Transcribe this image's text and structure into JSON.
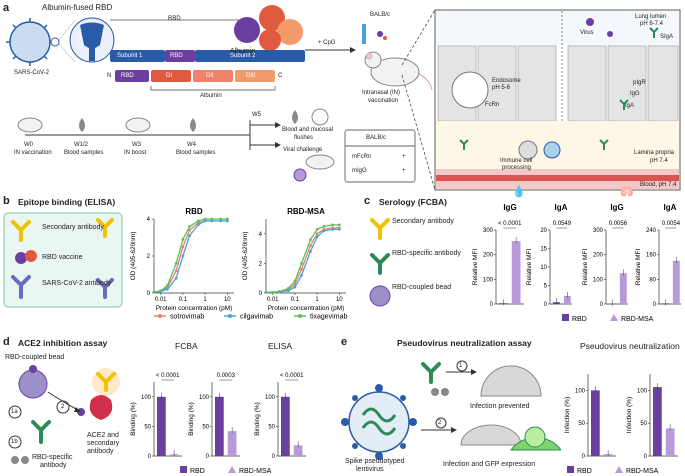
{
  "colors": {
    "purple": "#6b3fa0",
    "lilac": "#b89ad9",
    "albumin_red": "#e05a40",
    "albumin_orange": "#f39a6b",
    "blue": "#2a5ba8",
    "green": "#2e8b57",
    "yellow": "#f2c200",
    "orange_line": "#f08060",
    "cyan_line": "#4aa3df",
    "green_line": "#5cbf5c"
  },
  "panel_a": {
    "letter": "a",
    "albumin_fused": "Albumin-fused RBD",
    "rbd": "RBD",
    "albumin": "Albumin",
    "virus": "SARS-CoV-2",
    "subunit1": "Subunit 1",
    "subunit1_rbd": "RBD",
    "subunit2": "Subunit 2",
    "n_term": "N",
    "c_term": "C",
    "construct_rbd": "RBD",
    "d1": "DI",
    "d2": "DII",
    "d3": "DIII",
    "albumin_bracket": "Albumin",
    "cpg": "+ CpG",
    "balbc": "BALB/c",
    "in_vacc_1": "Intranasal (IN)",
    "in_vacc_2": "vaccination",
    "timeline": [
      {
        "week": "W0",
        "desc1": "IN vaccination",
        "desc2": ""
      },
      {
        "week": "W1/2",
        "desc1": "Blood samples",
        "desc2": ""
      },
      {
        "week": "W3",
        "desc1": "IN boost",
        "desc2": ""
      },
      {
        "week": "W4",
        "desc1": "Blood samples",
        "desc2": ""
      }
    ],
    "w5": "W5",
    "flush_1": "Blood and mucosal",
    "flush_2": "flushes",
    "challenge": "Viral challenge",
    "genotype_title": "BALB/c",
    "genotype_rows": [
      {
        "name": "mFcRn",
        "value": "+"
      },
      {
        "name": "mIgG",
        "value": "+"
      }
    ],
    "mucosa": {
      "virus": "Virus",
      "lumen_1": "Lung lumen",
      "lumen_2": "pH 6-7.4",
      "siga": "SIgA",
      "endo_1": "Endosome",
      "endo_2": "pH 5-6",
      "fcrn": "FcRn",
      "pigr": "pIgR",
      "igg": "IgG",
      "iga": "IgA",
      "immune_1": "Immune cell",
      "immune_2": "processing",
      "lp_1": "Lamina propria",
      "lp_2": "pH 7.4",
      "blood": "Blood, pH 7.4"
    }
  },
  "panel_b": {
    "letter": "b",
    "title": "Epitope binding (ELISA)",
    "legend_items": [
      "Secondary antibody",
      "RBD vaccine",
      "SARS-CoV-2 antibody"
    ],
    "series_names": [
      "sotrovimab",
      "cilgavimab",
      "tixagevimab"
    ]
  },
  "panel_c": {
    "letter": "c",
    "title": "Serology (FCBA)",
    "items": [
      "Secondary antibody",
      "RBD-specific antibody",
      "RBD-coupled bead"
    ],
    "legend": [
      "RBD",
      "RBD-MSA"
    ]
  },
  "panel_d": {
    "letter": "d",
    "title": "ACE2 inhibition assay",
    "bead": "RBD-coupled bead",
    "rbd_ab_1": "RBD-specific",
    "rbd_ab_2": "antibody",
    "ace2_1": "ACE2 and",
    "ace2_2": "secondary",
    "ace2_3": "antibody",
    "s1": "1a",
    "s2": "2",
    "s3": "1b",
    "legend": [
      "RBD",
      "RBD-MSA"
    ]
  },
  "panel_e": {
    "letter": "e",
    "title": "Pseudovirus neutralization assay",
    "step1": "1",
    "step2": "2",
    "prevented": "Infection prevented",
    "gfp": "Infection and GFP expression",
    "lenti_1": "Spike pseudotyped",
    "lenti_2": "lentivirus",
    "legend": [
      "RBD",
      "RBD-MSA"
    ]
  },
  "chart_data": [
    {
      "id": "b_rbd",
      "type": "line",
      "title": "RBD",
      "xlabel": "Protein concentration (pM)",
      "ylabel": "OD (405-620nm)",
      "xscale": "log",
      "xlim": [
        0.005,
        20
      ],
      "ylim": [
        0,
        4
      ],
      "xticks": [
        0.01,
        0.1,
        1,
        10
      ],
      "xticklabels": [
        "0.01",
        "0.1",
        "1",
        "10"
      ],
      "yticks": [
        0,
        2,
        4
      ],
      "x": [
        0.005,
        0.01,
        0.02,
        0.05,
        0.1,
        0.2,
        0.5,
        1,
        2,
        5,
        10
      ],
      "series": [
        {
          "name": "sotrovimab",
          "values": [
            0.05,
            0.1,
            0.3,
            1.2,
            2.5,
            3.4,
            3.8,
            3.9,
            3.9,
            3.9,
            3.9
          ]
        },
        {
          "name": "cilgavimab",
          "values": [
            0.05,
            0.08,
            0.2,
            0.8,
            2.0,
            3.1,
            3.7,
            3.9,
            3.9,
            3.9,
            3.9
          ]
        },
        {
          "name": "tixagevimab",
          "values": [
            0.05,
            0.12,
            0.4,
            1.6,
            2.9,
            3.6,
            3.9,
            4.0,
            4.0,
            4.0,
            4.0
          ]
        }
      ]
    },
    {
      "id": "b_msa",
      "type": "line",
      "title": "RBD-MSA",
      "xlabel": "Protein concentration (pM)",
      "ylabel": "OD (405-620nm)",
      "xscale": "log",
      "xlim": [
        0.005,
        20
      ],
      "ylim": [
        0,
        5
      ],
      "xticks": [
        0.01,
        0.1,
        1,
        10
      ],
      "xticklabels": [
        "0.01",
        "0.1",
        "1",
        "10"
      ],
      "yticks": [
        0,
        2,
        4
      ],
      "x": [
        0.005,
        0.01,
        0.02,
        0.05,
        0.1,
        0.2,
        0.5,
        1,
        2,
        5,
        10
      ],
      "series": [
        {
          "name": "sotrovimab",
          "values": [
            0.05,
            0.05,
            0.08,
            0.2,
            0.6,
            1.6,
            3.2,
            4.0,
            4.3,
            4.4,
            4.4
          ]
        },
        {
          "name": "cilgavimab",
          "values": [
            0.05,
            0.05,
            0.06,
            0.15,
            0.4,
            1.2,
            2.8,
            3.8,
            4.2,
            4.3,
            4.3
          ]
        },
        {
          "name": "tixagevimab",
          "values": [
            0.05,
            0.05,
            0.1,
            0.3,
            0.8,
            2.0,
            3.6,
            4.3,
            4.5,
            4.6,
            4.6
          ]
        }
      ]
    },
    {
      "id": "c_igg_blood",
      "type": "bar",
      "title": "IgG",
      "ylabel": "Relative MFI",
      "ylim": [
        0,
        300
      ],
      "yticks": [
        0,
        100,
        200,
        300
      ],
      "categories": [
        "RBD",
        "RBD-MSA"
      ],
      "values": [
        3,
        255
      ],
      "pvalue": "< 0.0001"
    },
    {
      "id": "c_iga_blood",
      "type": "bar",
      "title": "IgA",
      "ylabel": "Relative MFI",
      "ylim": [
        0,
        20
      ],
      "yticks": [
        0,
        5,
        10,
        15,
        20
      ],
      "categories": [
        "RBD",
        "RBD-MSA"
      ],
      "values": [
        0.5,
        2.2
      ],
      "pvalue": "0.0549"
    },
    {
      "id": "c_igg_lung",
      "type": "bar",
      "title": "IgG",
      "ylabel": "Relative MFI",
      "ylim": [
        0,
        300
      ],
      "yticks": [
        0,
        100,
        200,
        300
      ],
      "categories": [
        "RBD",
        "RBD-MSA"
      ],
      "values": [
        2,
        125
      ],
      "pvalue": "0.0056"
    },
    {
      "id": "c_iga_lung",
      "type": "bar",
      "title": "IgA",
      "ylabel": "Relative MFI",
      "ylim": [
        0,
        240
      ],
      "yticks": [
        0,
        80,
        160,
        240
      ],
      "categories": [
        "RBD",
        "RBD-MSA"
      ],
      "values": [
        2,
        140
      ],
      "pvalue": "0.0054"
    },
    {
      "id": "d_fcba_blood",
      "type": "bar",
      "title": "FCBA",
      "ylabel": "Binding (%)",
      "ylim": [
        0,
        125
      ],
      "yticks": [
        0,
        50,
        100
      ],
      "categories": [
        "RBD",
        "RBD-MSA"
      ],
      "values": [
        100,
        3
      ],
      "pvalue": "< 0.0001"
    },
    {
      "id": "d_fcba_lung",
      "type": "bar",
      "title": "",
      "ylabel": "Binding (%)",
      "ylim": [
        0,
        125
      ],
      "yticks": [
        0,
        50,
        100
      ],
      "categories": [
        "RBD",
        "RBD-MSA"
      ],
      "values": [
        100,
        42
      ],
      "pvalue": "0.0003"
    },
    {
      "id": "d_elisa_blood",
      "type": "bar",
      "title": "ELISA",
      "ylabel": "Binding (%)",
      "ylim": [
        0,
        125
      ],
      "yticks": [
        0,
        50,
        100
      ],
      "categories": [
        "RBD",
        "RBD-MSA"
      ],
      "values": [
        100,
        18
      ],
      "pvalue": "< 0.0001"
    },
    {
      "id": "e_blood",
      "type": "bar",
      "title": "Pseudovirus neutralization",
      "ylabel": "Infection (%)",
      "ylim": [
        0,
        125
      ],
      "yticks": [
        0,
        50,
        100
      ],
      "categories": [
        "RBD",
        "RBD-MSA"
      ],
      "values": [
        100,
        3
      ]
    },
    {
      "id": "e_lung",
      "type": "bar",
      "title": "",
      "ylabel": "Infection (%)",
      "ylim": [
        0,
        125
      ],
      "yticks": [
        0,
        50,
        100
      ],
      "categories": [
        "RBD",
        "RBD-MSA"
      ],
      "values": [
        105,
        42
      ]
    }
  ]
}
